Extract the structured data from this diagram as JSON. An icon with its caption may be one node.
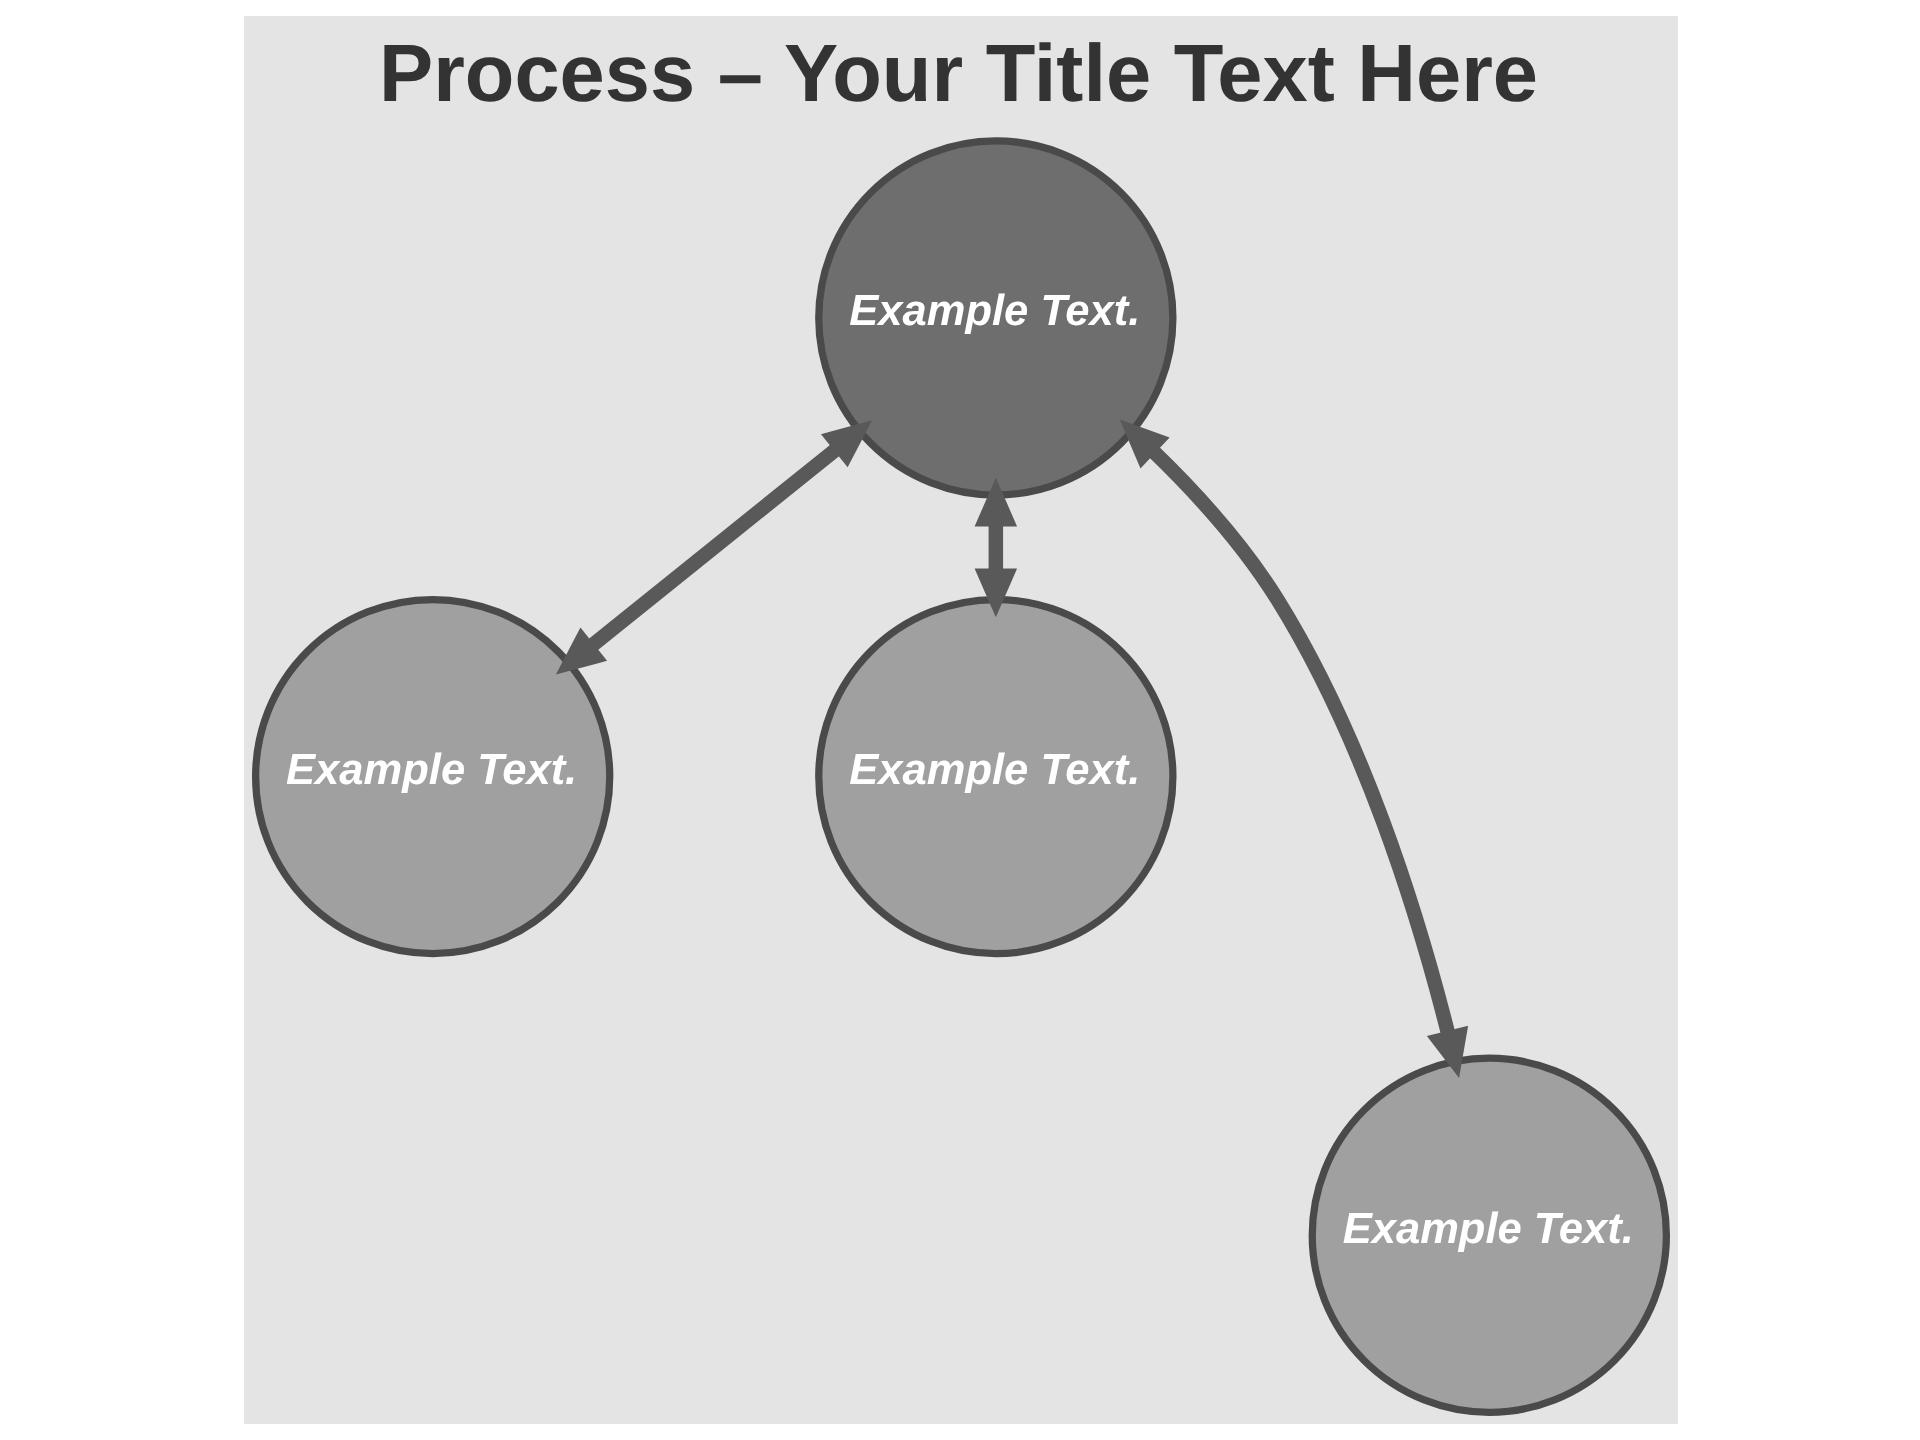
{
  "diagram": {
    "title": "Process – Your Title Text Here",
    "nodes": [
      {
        "text": [
          "Example Text."
        ]
      },
      {
        "text": [
          "Example Text."
        ]
      },
      {
        "text": [
          "Example Text."
        ]
      },
      {
        "text": [
          "Example Text."
        ]
      }
    ],
    "edges": [
      {
        "from": 0,
        "to": 1,
        "arrow": "both"
      },
      {
        "from": 0,
        "to": 3,
        "arrow": "both"
      },
      {
        "from": 0,
        "to": 2,
        "arrow": "both"
      }
    ]
  }
}
